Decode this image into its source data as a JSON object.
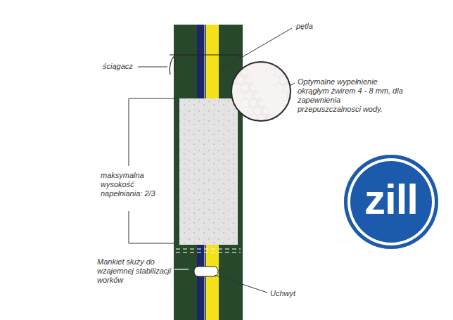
{
  "diagram": {
    "nodes": [
      {
        "text": [
          "zill"
        ]
      }
    ],
    "labels": [
      "ściągacz",
      "pętla",
      "Optymalne wypełnienie okrągłym żwirem 4 - 8 mm, dla zapewnienia przepuszczalnosci wody.",
      "maksymalna wysokość napełniania: 2/3",
      "Mankiet służy do wzajemnej stabilizacji worków",
      "Uchwyt"
    ]
  }
}
